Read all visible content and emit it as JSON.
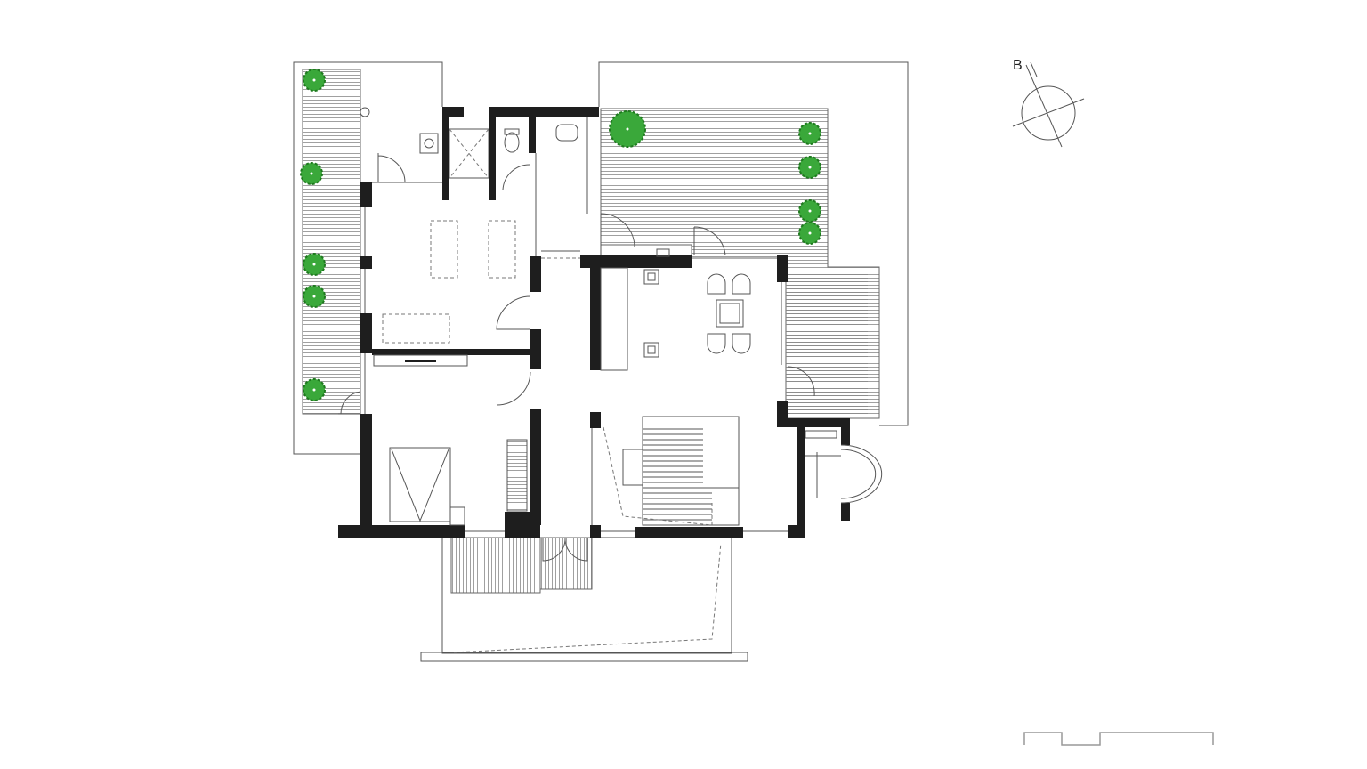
{
  "compass": {
    "label": "B"
  },
  "colors": {
    "wall": "#1e1e1e",
    "line": "#555555",
    "tree": "#3aa83a",
    "tree_dark": "#1f7a1f",
    "background": "#ffffff"
  },
  "trees": [
    {
      "room": "left-terrace",
      "size": "small"
    },
    {
      "room": "left-terrace",
      "size": "small"
    },
    {
      "room": "left-terrace",
      "size": "small"
    },
    {
      "room": "left-terrace",
      "size": "small"
    },
    {
      "room": "left-terrace",
      "size": "small"
    },
    {
      "room": "right-terrace",
      "size": "large"
    },
    {
      "room": "right-terrace",
      "size": "small"
    },
    {
      "room": "right-terrace",
      "size": "small"
    },
    {
      "room": "right-terrace",
      "size": "small"
    },
    {
      "room": "right-terrace",
      "size": "small"
    }
  ]
}
